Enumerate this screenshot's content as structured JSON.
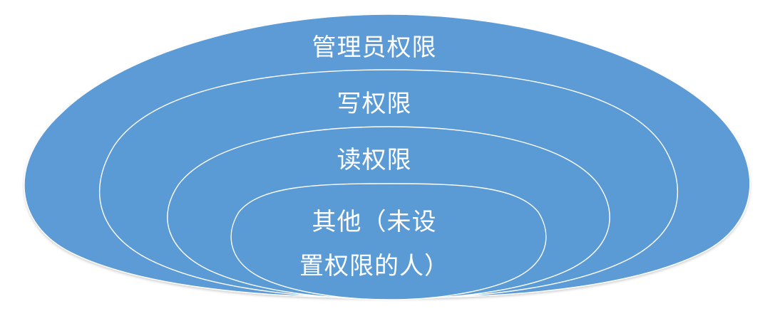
{
  "diagram": {
    "fill_color": "#5b9bd5",
    "stroke_color": "#ffffff",
    "levels": [
      {
        "label": "管理员权限"
      },
      {
        "label": "写权限"
      },
      {
        "label": "读权限"
      },
      {
        "label_line1": "其他（未设",
        "label_line2": "置权限的人）"
      }
    ]
  }
}
